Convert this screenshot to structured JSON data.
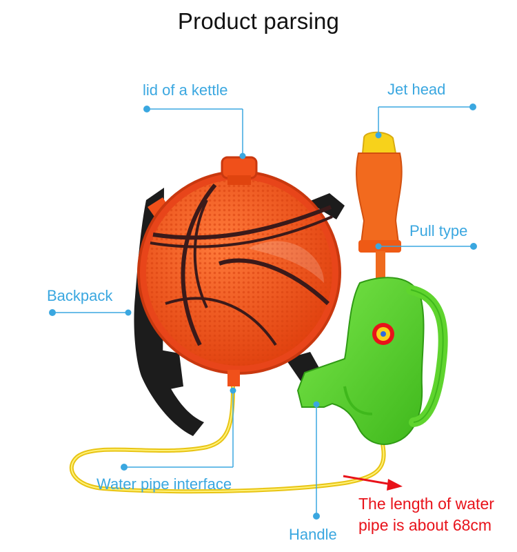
{
  "title": "Product parsing",
  "labels": {
    "lid": "lid of a kettle",
    "jet_head": "Jet head",
    "pull_type": "Pull type",
    "backpack": "Backpack",
    "water_pipe_interface": "Water pipe interface",
    "handle": "Handle"
  },
  "note": {
    "line1": "The length of water",
    "line2": "pipe is about 68cm"
  },
  "colors": {
    "label": "#3aa7e0",
    "note": "#e8121a",
    "basketball": "#f0501a",
    "seams": "#3a1a1a",
    "gun_body": "#5fd42e",
    "pump": "#f26a1e",
    "nozzle_tip": "#f7d21b",
    "hose": "#f5e01e",
    "straps": "#1c1c1c"
  },
  "icons": [
    "basketball-tank",
    "water-gun",
    "backpack-straps",
    "water-hose",
    "red-arrow"
  ]
}
